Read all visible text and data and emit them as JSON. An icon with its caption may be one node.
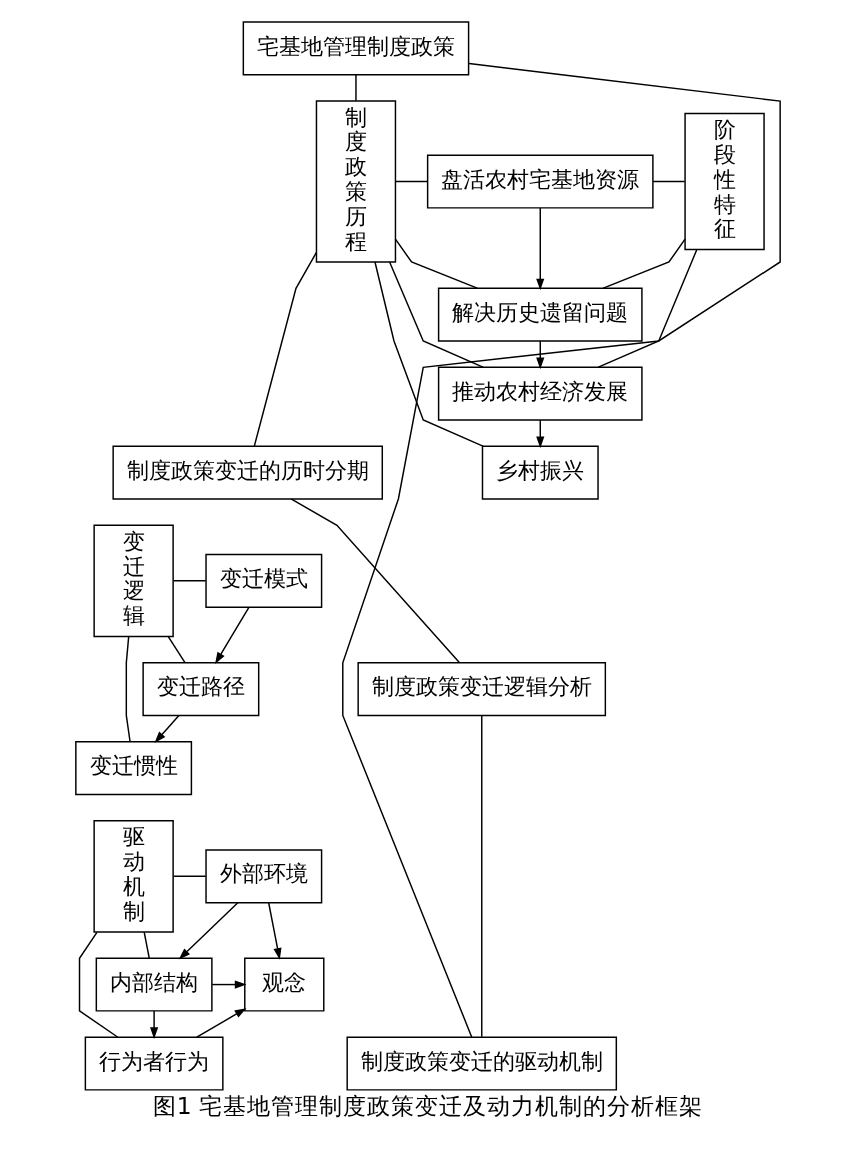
{
  "diagram": {
    "caption": "图1 宅基地管理制度政策变迁及动力机制的分析框架",
    "nodes": [
      {
        "text": [
          "宅基地管理制度政策"
        ]
      },
      {
        "text": [
          "制度政策历程"
        ]
      },
      {
        "text": [
          "盘活农村宅基地资源"
        ]
      },
      {
        "text": [
          "解决历史遗留问题"
        ]
      },
      {
        "text": [
          "推动农村经济发展"
        ]
      },
      {
        "text": [
          "乡村振兴"
        ]
      },
      {
        "text": [
          "阶段性特征"
        ]
      },
      {
        "text": [
          "变迁逻辑"
        ]
      },
      {
        "text": [
          "变迁模式"
        ]
      },
      {
        "text": [
          "变迁路径"
        ]
      },
      {
        "text": [
          "变迁惯性"
        ]
      },
      {
        "text": [
          "驱动机制"
        ]
      },
      {
        "text": [
          "外部环境"
        ]
      },
      {
        "text": [
          "内部结构"
        ]
      },
      {
        "text": [
          "行为者行为"
        ]
      },
      {
        "text": [
          "观念"
        ]
      },
      {
        "text": [
          "制度政策变迁的历时分期"
        ]
      },
      {
        "text": [
          "制度政策变迁逻辑分析"
        ]
      },
      {
        "text": [
          "制度政策变迁的驱动机制"
        ]
      }
    ],
    "edges": [
      {
        "from": 0,
        "to": 1,
        "arrow": "none"
      },
      {
        "from": 1,
        "to": 16,
        "arrow": "none"
      },
      {
        "from": 0,
        "to": 18,
        "arrow": "none"
      },
      {
        "from": 1,
        "to": 2,
        "arrow": "none"
      },
      {
        "from": 1,
        "to": 3,
        "arrow": "none"
      },
      {
        "from": 1,
        "to": 4,
        "arrow": "none"
      },
      {
        "from": 1,
        "to": 5,
        "arrow": "none"
      },
      {
        "from": 2,
        "to": 3,
        "arrow": "to"
      },
      {
        "from": 3,
        "to": 4,
        "arrow": "to"
      },
      {
        "from": 4,
        "to": 5,
        "arrow": "to"
      },
      {
        "from": 2,
        "to": 6,
        "arrow": "none"
      },
      {
        "from": 3,
        "to": 6,
        "arrow": "none"
      },
      {
        "from": 4,
        "to": 6,
        "arrow": "none"
      },
      {
        "from": 7,
        "to": 8,
        "arrow": "none"
      },
      {
        "from": 7,
        "to": 9,
        "arrow": "none"
      },
      {
        "from": 7,
        "to": 10,
        "arrow": "none"
      },
      {
        "from": 8,
        "to": 9,
        "arrow": "to"
      },
      {
        "from": 9,
        "to": 10,
        "arrow": "to"
      },
      {
        "from": 11,
        "to": 12,
        "arrow": "none"
      },
      {
        "from": 11,
        "to": 13,
        "arrow": "none"
      },
      {
        "from": 11,
        "to": 14,
        "arrow": "none"
      },
      {
        "from": 12,
        "to": 13,
        "arrow": "to"
      },
      {
        "from": 13,
        "to": 14,
        "arrow": "to"
      },
      {
        "from": 12,
        "to": 15,
        "arrow": "to"
      },
      {
        "from": 13,
        "to": 15,
        "arrow": "to"
      },
      {
        "from": 14,
        "to": 15,
        "arrow": "to"
      },
      {
        "from": 16,
        "to": 17,
        "arrow": "none"
      },
      {
        "from": 17,
        "to": 18,
        "arrow": "none"
      }
    ]
  }
}
